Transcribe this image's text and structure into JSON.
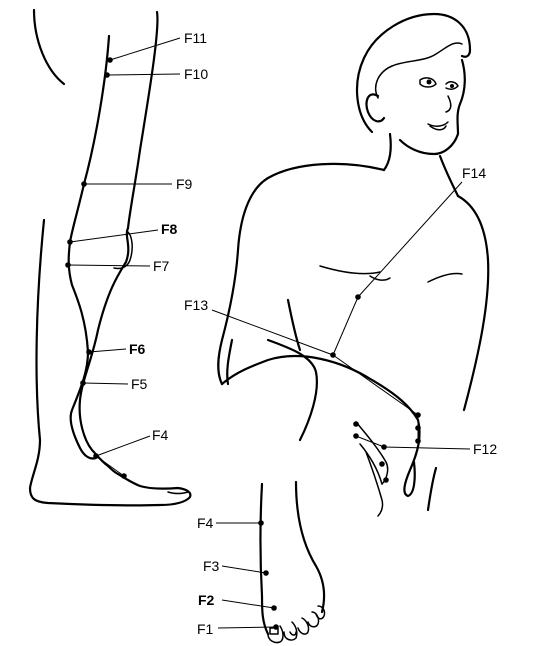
{
  "figure": {
    "points": [
      {
        "id": "F11",
        "label": "F11",
        "emphasis": false
      },
      {
        "id": "F10",
        "label": "F10",
        "emphasis": false
      },
      {
        "id": "F9",
        "label": "F9",
        "emphasis": false
      },
      {
        "id": "F8",
        "label": "F8",
        "emphasis": true
      },
      {
        "id": "F7",
        "label": "F7",
        "emphasis": false
      },
      {
        "id": "F6",
        "label": "F6",
        "emphasis": true
      },
      {
        "id": "F5",
        "label": "F5",
        "emphasis": false
      },
      {
        "id": "F4a",
        "label": "F4",
        "emphasis": false
      },
      {
        "id": "F14",
        "label": "F14",
        "emphasis": false
      },
      {
        "id": "F13",
        "label": "F13",
        "emphasis": false
      },
      {
        "id": "F12",
        "label": "F12",
        "emphasis": false
      },
      {
        "id": "F4b",
        "label": "F4",
        "emphasis": false
      },
      {
        "id": "F3",
        "label": "F3",
        "emphasis": false
      },
      {
        "id": "F2",
        "label": "F2",
        "emphasis": true
      },
      {
        "id": "F1",
        "label": "F1",
        "emphasis": false
      }
    ]
  }
}
